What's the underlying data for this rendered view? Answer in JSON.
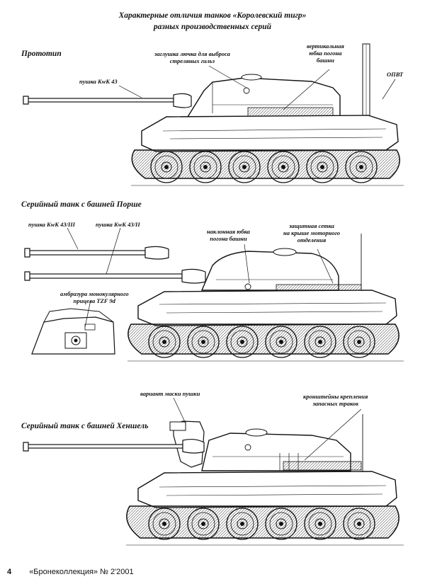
{
  "header": {
    "title_line1": "Характерные отличия танков «Королевский тигр»",
    "title_line2": "разных производственных серий"
  },
  "sections": [
    {
      "title": "Прототип",
      "labels": {
        "gun": "пушка KwK 43",
        "cap_l1": "заглушка лючка для выброса",
        "cap_l2": "стреляных гильз",
        "skirt_l1": "вертикальная",
        "skirt_l2": "юбка погона",
        "skirt_l3": "башни",
        "opvt": "ОПВТ"
      }
    },
    {
      "title": "Серийный танк с башней Порше",
      "labels": {
        "gun1": "пушка KwK 43/III",
        "gun2": "пушка KwK 43/II",
        "skirt_l1": "наклонная юбка",
        "skirt_l2": "погона башни",
        "mesh_l1": "защитная сетка",
        "mesh_l2": "на крыше моторного",
        "mesh_l3": "отделения",
        "emb_l1": "амбразура монокулярного",
        "emb_l2": "прицела TZF 9d"
      }
    },
    {
      "title": "Серийный танк с башней Хеншель",
      "labels": {
        "mask": "вариант маски пушки",
        "brk_l1": "кронштейны крепления",
        "brk_l2": "запасных траков"
      }
    }
  ],
  "footer": {
    "page_number": "4",
    "magazine": "«Бронеколлекция» № 2'2001"
  }
}
